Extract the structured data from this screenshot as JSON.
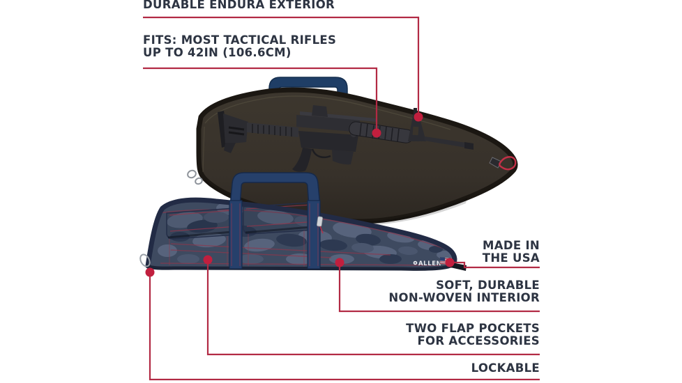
{
  "page": {
    "background": "#ffffff"
  },
  "colors": {
    "accent_red": "#b22a44",
    "dot_red": "#c11f3e",
    "label_text": "#2d3442",
    "case_exterior_black": "#39332b",
    "handle_navy": "#1f3e66",
    "camo_navy": "#3e4a60",
    "stitch_red": "#93354a"
  },
  "callouts": {
    "exterior": {
      "label": "DURABLE ENDURA EXTERIOR"
    },
    "fits": {
      "line1": "FITS: MOST TACTICAL RIFLES",
      "line2": "UP TO 42IN (106.6CM)"
    },
    "made_in_usa": {
      "line1": "MADE IN",
      "line2": "THE USA"
    },
    "interior": {
      "line1": "SOFT, DURABLE",
      "line2": "NON-WOVEN INTERIOR"
    },
    "flap_pockets": {
      "line1": "TWO FLAP POCKETS",
      "line2": "FOR ACCESSORIES"
    },
    "lockable": {
      "label": "LOCKABLE"
    }
  },
  "product": {
    "brand": "ALLEN"
  }
}
